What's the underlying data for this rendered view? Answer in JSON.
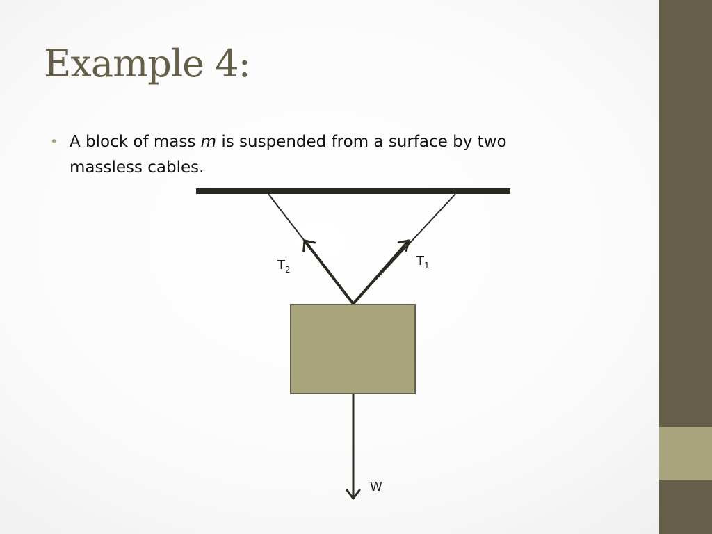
{
  "slide": {
    "title": "Example 4:",
    "bullet": {
      "text_before": "A block of mass ",
      "text_italic": "m",
      "text_after": " is suspended from a surface by two massless cables."
    }
  },
  "diagram": {
    "labels": {
      "t1": "T",
      "t1_sub": "1",
      "t2": "T",
      "t2_sub": "2",
      "w": "W"
    },
    "colors": {
      "line": "#2b2a20",
      "block_fill": "#a8a47c",
      "block_stroke": "#655e48",
      "theme_dark": "#655e48",
      "theme_accent": "#a8a47c"
    }
  }
}
